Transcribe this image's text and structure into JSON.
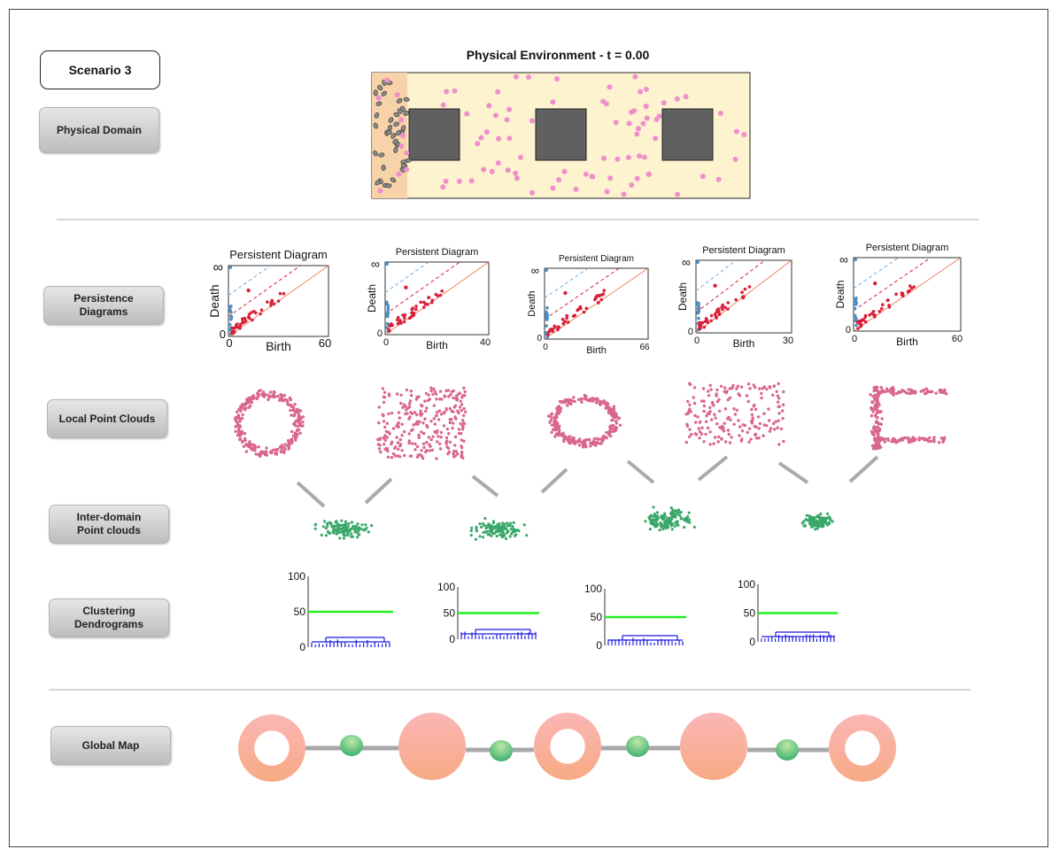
{
  "scenario_label": "Scenario 3",
  "environment": {
    "title": "Physical Environment -  t = 0.00",
    "background": "#fdf3cf",
    "obstacle_color": "#606060",
    "agent_color": "#ef8fcb"
  },
  "rows": {
    "physical_domain": "Physical Domain",
    "persistence": "Persistence\nDiagrams",
    "local_clouds": "Local Point Clouds",
    "inter_domain": "Inter-domain\nPoint clouds",
    "dendrograms": "Clustering\nDendrograms",
    "global_map": "Global Map"
  },
  "persistence_diagrams": [
    {
      "title": "Persistent Diagram",
      "xlabel": "Birth",
      "ylabel": "Death",
      "xmax_label": "60",
      "inf_label": "∞",
      "zero_label": "0"
    },
    {
      "title": "Persistent Diagram",
      "xlabel": "Birth",
      "ylabel": "Death",
      "xmax_label": "40",
      "inf_label": "∞",
      "zero_label": "0"
    },
    {
      "title": "Persistent Diagram",
      "xlabel": "Birth",
      "ylabel": "Death",
      "xmax_label": "66",
      "inf_label": "∞",
      "zero_label": "0"
    },
    {
      "title": "Persistent Diagram",
      "xlabel": "Birth",
      "ylabel": "Death",
      "xmax_label": "30",
      "inf_label": "∞",
      "zero_label": "0"
    },
    {
      "title": "Persistent Diagram",
      "xlabel": "Birth",
      "ylabel": "Death",
      "xmax_label": "60",
      "inf_label": "∞",
      "zero_label": "0"
    }
  ],
  "point_cloud_shapes": [
    "ring",
    "blob",
    "ring",
    "scatter",
    "c-shape"
  ],
  "colors": {
    "local_cloud": "#d9668f",
    "inter_cloud": "#3aa86a",
    "h0_points": "#4a8fc7",
    "h1_points": "#d9203a",
    "dendrogram": "#1a1adf",
    "threshold": "#22ee22",
    "connector": "#aaaaaa"
  },
  "dendrograms": [
    {
      "y_ticks": [
        "100",
        "50",
        "0"
      ],
      "threshold": 50
    },
    {
      "y_ticks": [
        "100",
        "50",
        "0"
      ],
      "threshold": 50
    },
    {
      "y_ticks": [
        "100",
        "50",
        "0"
      ],
      "threshold": 50
    },
    {
      "y_ticks": [
        "100",
        "50",
        "0"
      ],
      "threshold": 50
    }
  ],
  "global_map": {
    "nodes": [
      "ring",
      "solid",
      "ring",
      "solid",
      "ring"
    ],
    "node_color": "#f8b8ad",
    "link_color": "#3fb070"
  }
}
